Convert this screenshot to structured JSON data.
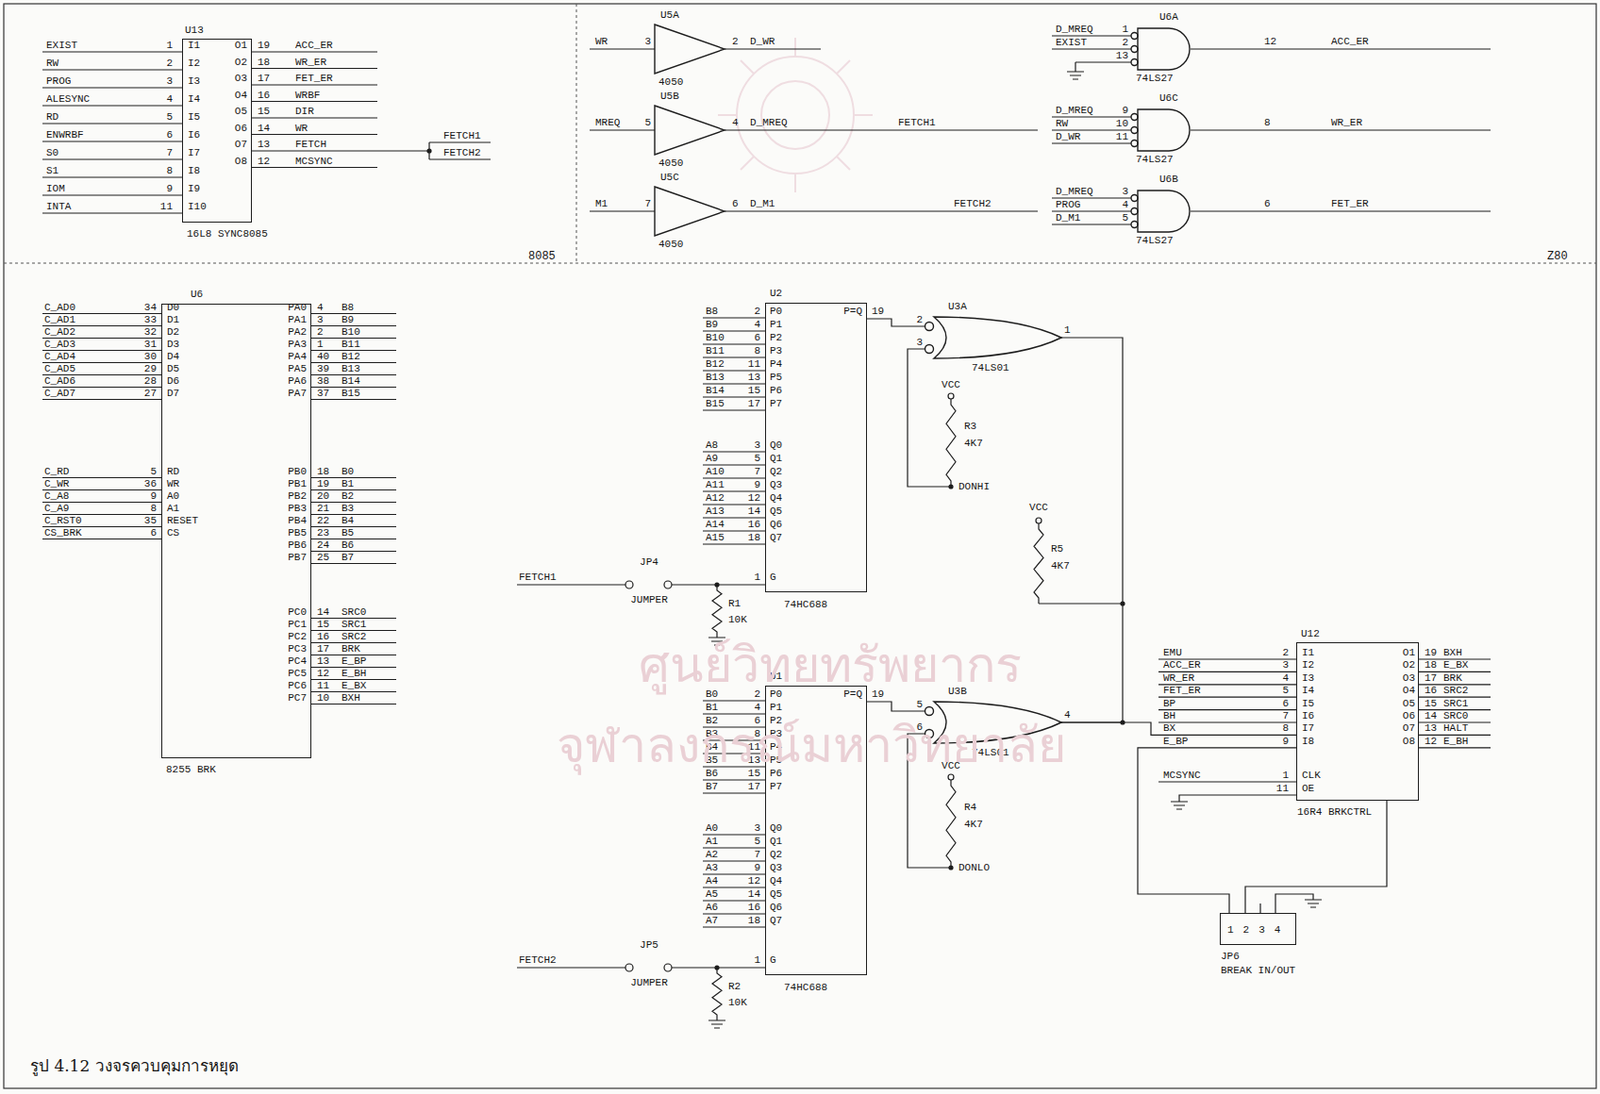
{
  "diagram": {
    "caption": "รูป 4.12 วงจรควบคุมการหยุด",
    "nodes": [
      {
        "text": [
          "U13",
          "16L8 SYNC8085"
        ]
      },
      {
        "text": [
          "U5A",
          "4050"
        ]
      },
      {
        "text": [
          "U6A",
          "74LS27"
        ]
      },
      {
        "text": [
          "U5B",
          "4050"
        ]
      },
      {
        "text": [
          "U6C",
          "74LS27"
        ]
      },
      {
        "text": [
          "U5C",
          "4050"
        ]
      },
      {
        "text": [
          "U6B",
          "74LS27"
        ]
      },
      {
        "text": [
          "U6",
          "8255 BRK"
        ]
      },
      {
        "text": [
          "U2",
          "74HC688"
        ]
      },
      {
        "text": [
          "U3A",
          "74LS01"
        ]
      },
      {
        "text": [
          "U12",
          "16R4 BRKCTRL"
        ]
      },
      {
        "text": [
          "U3B",
          "74LS01"
        ]
      },
      {
        "text": [
          "U1",
          "74HC688"
        ]
      },
      {
        "text": [
          "1234",
          "JP6",
          "BREAK IN/OUT"
        ]
      }
    ],
    "edges": [
      {
        "from": 8,
        "to": 9,
        "arrow": "none"
      },
      {
        "from": 12,
        "to": 11,
        "arrow": "none"
      },
      {
        "from": 9,
        "to": 11,
        "arrow": "none"
      },
      {
        "from": 11,
        "to": 10,
        "arrow": "none"
      },
      {
        "from": 10,
        "to": 13,
        "arrow": "none"
      },
      {
        "from": 10,
        "to": 13,
        "arrow": "none"
      }
    ],
    "labels": [
      "EXIST",
      "RW",
      "PROG",
      "ALESYNC",
      "RD",
      "ENWRBF",
      "S0",
      "S1",
      "IOM",
      "INTA",
      "1",
      "2",
      "3",
      "4",
      "5",
      "6",
      "7",
      "8",
      "9",
      "11",
      "I1",
      "I2",
      "I3",
      "I4",
      "I5",
      "I6",
      "I7",
      "I8",
      "I9",
      "I10",
      "O1",
      "O2",
      "O3",
      "O4",
      "O5",
      "O6",
      "O7",
      "O8",
      "19",
      "18",
      "17",
      "16",
      "15",
      "14",
      "13",
      "12",
      "ACC_ER",
      "WR_ER",
      "FET_ER",
      "WRBF",
      "DIR",
      "WR",
      "FETCH",
      "MCSYNC",
      "FETCH1",
      "FETCH2",
      "8085",
      "WR",
      "3",
      "2",
      "D_WR",
      "MREQ",
      "5",
      "4",
      "D_MREQ",
      "FETCH1",
      "M1",
      "7",
      "6",
      "D_M1",
      "FETCH2",
      "Z80",
      "D_MREQ",
      "1",
      "EXIST",
      "2",
      "13",
      "12",
      "ACC_ER",
      "D_MREQ",
      "9",
      "RW",
      "10",
      "D_WR",
      "11",
      "8",
      "WR_ER",
      "D_MREQ",
      "3",
      "PROG",
      "4",
      "D_M1",
      "5",
      "6",
      "FET_ER",
      "C_AD0",
      "C_AD1",
      "C_AD2",
      "C_AD3",
      "C_AD4",
      "C_AD5",
      "C_AD6",
      "C_AD7",
      "34",
      "33",
      "32",
      "31",
      "30",
      "29",
      "28",
      "27",
      "D0",
      "D1",
      "D2",
      "D3",
      "D4",
      "D5",
      "D6",
      "D7",
      "C_RD",
      "C_WR",
      "C_A8",
      "C_A9",
      "C_RST0",
      "CS_BRK",
      "5",
      "36",
      "9",
      "8",
      "35",
      "6",
      "RD",
      "WR",
      "A0",
      "A1",
      "RESET",
      "CS",
      "PA0",
      "PA1",
      "PA2",
      "PA3",
      "PA4",
      "PA5",
      "PA6",
      "PA7",
      "4",
      "3",
      "2",
      "1",
      "40",
      "39",
      "38",
      "37",
      "B8",
      "B9",
      "B10",
      "B11",
      "B12",
      "B13",
      "B14",
      "B15",
      "PB0",
      "PB1",
      "PB2",
      "PB3",
      "PB4",
      "PB5",
      "PB6",
      "PB7",
      "18",
      "19",
      "20",
      "21",
      "22",
      "23",
      "24",
      "25",
      "B0",
      "B1",
      "B2",
      "B3",
      "B4",
      "B5",
      "B6",
      "B7",
      "PC0",
      "PC1",
      "PC2",
      "PC3",
      "PC4",
      "PC5",
      "PC6",
      "PC7",
      "14",
      "15",
      "16",
      "17",
      "13",
      "12",
      "11",
      "10",
      "SRC0",
      "SRC1",
      "SRC2",
      "BRK",
      "E_BP",
      "E_BH",
      "E_BX",
      "BXH",
      "B8",
      "B9",
      "B10",
      "B11",
      "B12",
      "B13",
      "B14",
      "B15",
      "2",
      "4",
      "6",
      "8",
      "11",
      "13",
      "15",
      "17",
      "P0",
      "P1",
      "P2",
      "P3",
      "P4",
      "P5",
      "P6",
      "P7",
      "A8",
      "A9",
      "A10",
      "A11",
      "A12",
      "A13",
      "A14",
      "A15",
      "3",
      "5",
      "7",
      "9",
      "12",
      "14",
      "16",
      "18",
      "Q0",
      "Q1",
      "Q2",
      "Q3",
      "Q4",
      "Q5",
      "Q6",
      "Q7",
      "P=Q",
      "19",
      "G",
      "1",
      "FETCH1",
      "JP4",
      "JUMPER",
      "R1",
      "10K",
      "B0",
      "B1",
      "B2",
      "B3",
      "B4",
      "B5",
      "B6",
      "B7",
      "2",
      "4",
      "6",
      "8",
      "11",
      "13",
      "15",
      "17",
      "P0",
      "P1",
      "P2",
      "P3",
      "P4",
      "P5",
      "P6",
      "P7",
      "A0",
      "A1",
      "A2",
      "A3",
      "A4",
      "A5",
      "A6",
      "A7",
      "3",
      "5",
      "7",
      "9",
      "12",
      "14",
      "16",
      "18",
      "Q0",
      "Q1",
      "Q2",
      "Q3",
      "Q4",
      "Q5",
      "Q6",
      "Q7",
      "P=Q",
      "19",
      "G",
      "1",
      "FETCH2",
      "JP5",
      "JUMPER",
      "R2",
      "10K",
      "2",
      "3",
      "1",
      "VCC",
      "R3",
      "4K7",
      "DONHI",
      "VCC",
      "R5",
      "4K7",
      "5",
      "6",
      "4",
      "VCC",
      "R4",
      "4K7",
      "DONLO",
      "EMU",
      "ACC_ER",
      "WR_ER",
      "FET_ER",
      "BP",
      "BH",
      "BX",
      "E_BP",
      "2",
      "3",
      "4",
      "5",
      "6",
      "7",
      "8",
      "9",
      "I1",
      "I2",
      "I3",
      "I4",
      "I5",
      "I6",
      "I7",
      "I8",
      "MCSYNC",
      "1",
      "CLK",
      "11",
      "OE",
      "O1",
      "O2",
      "O3",
      "O4",
      "O5",
      "O6",
      "O7",
      "O8",
      "19",
      "18",
      "17",
      "16",
      "15",
      "14",
      "13",
      "12",
      "BXH",
      "E_BX",
      "BRK",
      "SRC2",
      "SRC1",
      "SRC0",
      "HALT",
      "E_BH",
      "ศูนย์วิทยทรัพยากร",
      "จุฬาลงกรณ์มหาวิทยาลัย"
    ]
  }
}
